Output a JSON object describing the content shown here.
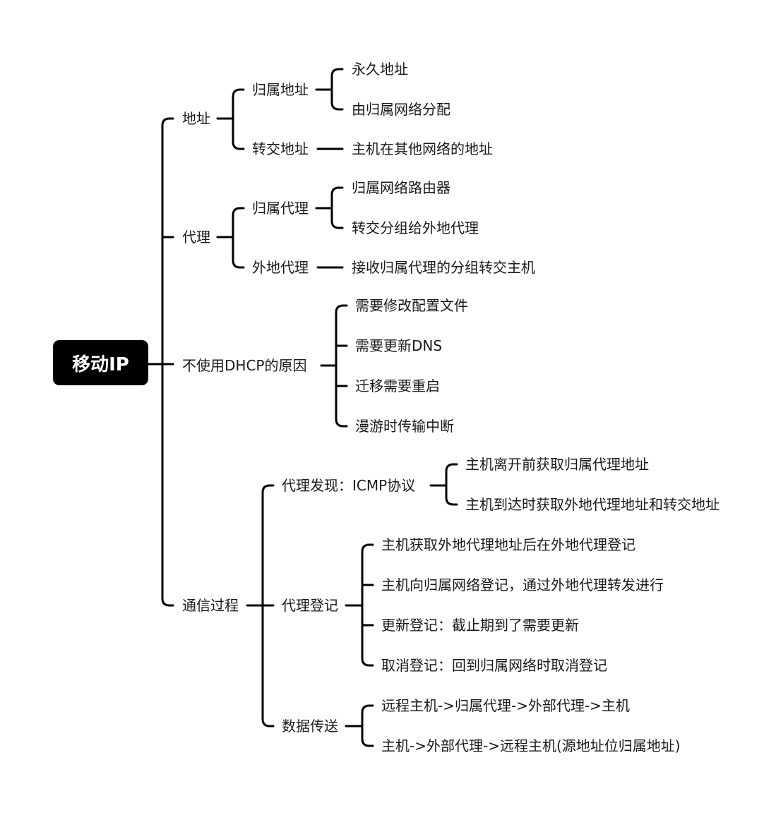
{
  "root": {
    "label": "移动IP"
  },
  "branches": [
    {
      "label": "地址",
      "children": [
        {
          "label": "归属地址",
          "children": [
            {
              "label": "永久地址"
            },
            {
              "label": "由归属网络分配"
            }
          ]
        },
        {
          "label": "转交地址",
          "children": [
            {
              "label": "主机在其他网络的地址"
            }
          ]
        }
      ]
    },
    {
      "label": "代理",
      "children": [
        {
          "label": "归属代理",
          "children": [
            {
              "label": "归属网络路由器"
            },
            {
              "label": "转交分组给外地代理"
            }
          ]
        },
        {
          "label": "外地代理",
          "children": [
            {
              "label": "接收归属代理的分组转交主机"
            }
          ]
        }
      ]
    },
    {
      "label": "不使用DHCP的原因",
      "children": [
        {
          "label": "需要修改配置文件"
        },
        {
          "label": "需要更新DNS"
        },
        {
          "label": "迁移需要重启"
        },
        {
          "label": "漫游时传输中断"
        }
      ]
    },
    {
      "label": "通信过程",
      "children": [
        {
          "label": "代理发现：ICMP协议",
          "children": [
            {
              "label": "主机离开前获取归属代理地址"
            },
            {
              "label": "主机到达时获取外地代理地址和转交地址"
            }
          ]
        },
        {
          "label": "代理登记",
          "children": [
            {
              "label": "主机获取外地代理地址后在外地代理登记"
            },
            {
              "label": "主机向归属网络登记，通过外地代理转发进行"
            },
            {
              "label": "更新登记：截止期到了需要更新"
            },
            {
              "label": "取消登记：回到归属网络时取消登记"
            }
          ]
        },
        {
          "label": "数据传送",
          "children": [
            {
              "label": "远程主机->归属代理->外部代理->主机"
            },
            {
              "label": "主机->外部代理->远程主机(源地址位归属地址)"
            }
          ]
        }
      ]
    }
  ]
}
